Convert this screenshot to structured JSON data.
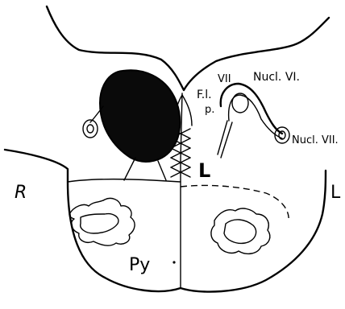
{
  "labels": {
    "fl": "F.l.",
    "p": "p.",
    "vii": "VII",
    "nucl_vi": "Nucl. VI.",
    "nucl_vii": "Nucl. VII.",
    "L_center": "L",
    "R": "R",
    "L_right": "L",
    "py": "Py"
  },
  "colors": {
    "ink": "#000000",
    "paper": "#ffffff",
    "lesion": "#0a0a0a"
  }
}
